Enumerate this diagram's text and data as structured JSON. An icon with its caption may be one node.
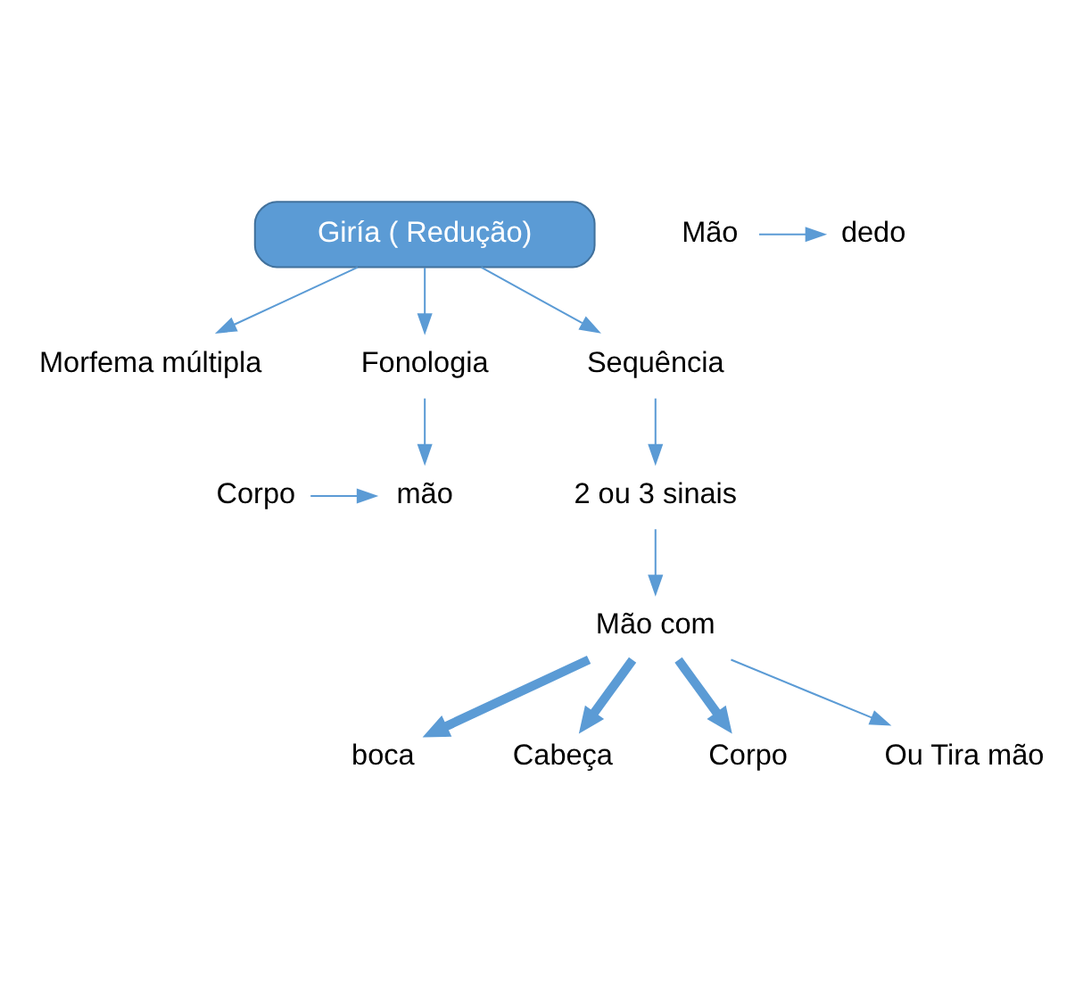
{
  "diagram": {
    "nodes": [
      {
        "text": [
          "Giría ( Redução)"
        ]
      },
      {
        "text": [
          "Morfema múltipla"
        ]
      },
      {
        "text": [
          "Fonologia"
        ]
      },
      {
        "text": [
          "Sequência"
        ]
      },
      {
        "text": [
          "Corpo"
        ]
      },
      {
        "text": [
          "mão"
        ]
      },
      {
        "text": [
          "Mão"
        ]
      },
      {
        "text": [
          "dedo"
        ]
      },
      {
        "text": [
          "2 ou 3 sinais"
        ]
      },
      {
        "text": [
          "Mão com"
        ]
      },
      {
        "text": [
          "boca"
        ]
      },
      {
        "text": [
          "Cabeça"
        ]
      },
      {
        "text": [
          "Corpo"
        ]
      },
      {
        "text": [
          "Ou Tira mão"
        ]
      }
    ],
    "edges": [
      {
        "from": 0,
        "to": 1,
        "arrow": "to"
      },
      {
        "from": 0,
        "to": 2,
        "arrow": "to"
      },
      {
        "from": 0,
        "to": 3,
        "arrow": "to"
      },
      {
        "from": 2,
        "to": 5,
        "arrow": "to"
      },
      {
        "from": 4,
        "to": 5,
        "arrow": "to"
      },
      {
        "from": 6,
        "to": 7,
        "arrow": "to"
      },
      {
        "from": 3,
        "to": 8,
        "arrow": "to"
      },
      {
        "from": 8,
        "to": 9,
        "arrow": "to"
      },
      {
        "from": 9,
        "to": 10,
        "arrow": "to",
        "style": "thick"
      },
      {
        "from": 9,
        "to": 11,
        "arrow": "to",
        "style": "thick"
      },
      {
        "from": 9,
        "to": 12,
        "arrow": "to",
        "style": "thick"
      },
      {
        "from": 9,
        "to": 13,
        "arrow": "to"
      }
    ]
  }
}
